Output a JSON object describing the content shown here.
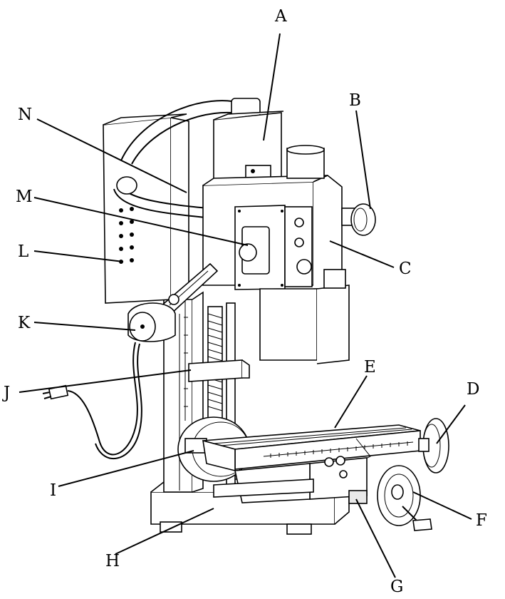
{
  "labels": {
    "A": "A",
    "B": "B",
    "C": "C",
    "D": "D",
    "E": "E",
    "F": "F",
    "G": "G",
    "H": "H",
    "I": "I",
    "J": "J",
    "K": "K",
    "L": "L",
    "M": "M",
    "N": "N"
  },
  "colors": {
    "ink": "#000000",
    "paper": "#ffffff",
    "shade": "#e9e9e9"
  }
}
